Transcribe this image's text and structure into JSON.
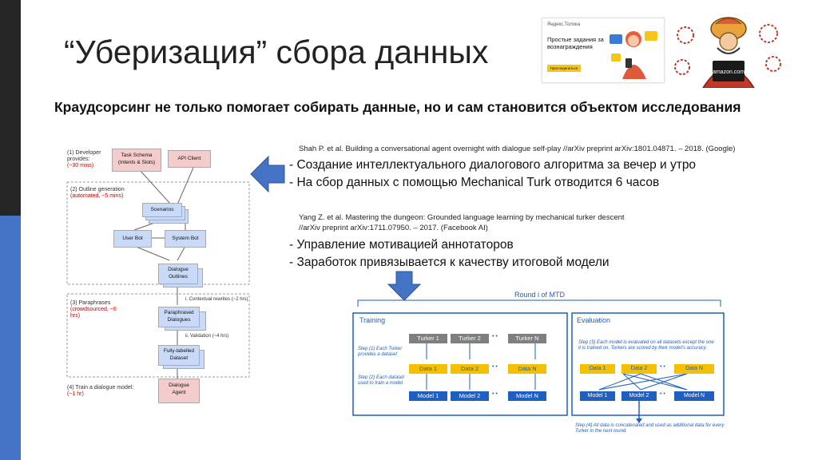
{
  "slide": {
    "title": "“Уберизация” сбора данных",
    "subtitle": "Краудсорсинг не только помогает собирать данные, но и сам становится объектом исследования",
    "ref1": {
      "line1": "Shah P. et al. Building a conversational agent overnight with dialogue self-play //arXiv preprint arXiv:1801.04871. – 2018. (Google)"
    },
    "bullets1": [
      "- Создание интеллектуального диалогового алгоритма за вечер и утро",
      "- На сбор данных с помощью Mechanical Turk отводится 6 часов"
    ],
    "ref2": {
      "line1": "Yang Z. et al. Mastering the dungeon: Grounded language learning by mechanical turker descent",
      "line2": "//arXiv preprint arXiv:1711.07950. – 2017. (Facebook AI)"
    },
    "bullets2": [
      "- Управление мотивацией аннотаторов",
      "- Заработок привязывается к качеству итоговой модели"
    ]
  },
  "toloka": {
    "logo": "Яндекс.Толока",
    "text": "Простые задания за вознаграждения",
    "button": "Присоединиться"
  },
  "amazon": {
    "label": "amazon.com"
  },
  "flow": {
    "steps": {
      "s1": "(1) Developer provides:",
      "s1_time": "(~30 mins)",
      "s2": "(2) Outline generation",
      "s2_time": "(automated, ~5 mins)",
      "s3": "(3) Paraphrases",
      "s3_time": "(crowdsourced, ~6 hrs)",
      "s4": "(4) Train a dialogue model:",
      "s4_time": "(~1 hr)"
    },
    "boxes": {
      "task_schema": "Task Schema",
      "task_schema_sub": "(Intents & Slots)",
      "api_client": "API Client",
      "scenarios": "Scenarios",
      "user_bot": "User Bot",
      "system_bot": "System Bot",
      "dialogue_outlines_1": "Dialogue",
      "dialogue_outlines_2": "Outlines",
      "paraphrased_1": "Paraphrased",
      "paraphrased_2": "Dialogues",
      "fully_1": "Fully-labelled",
      "fully_2": "Dataset",
      "agent_1": "Dialogue",
      "agent_2": "Agent"
    },
    "notes": {
      "rewrites": "i. Contextual rewrites (~2 hrs)",
      "validation": "ii. Validation (~4 hrs)"
    }
  },
  "mtd": {
    "round": "Round i of MTD",
    "training": "Training",
    "evaluation": "Evaluation",
    "turkers": [
      "Turker 1",
      "Turker 2",
      "Turker N"
    ],
    "data": [
      "Data 1",
      "Data 2",
      "Data N"
    ],
    "models": [
      "Model 1",
      "Model 2",
      "Model N"
    ],
    "step1": "Step (1) Each Turker provides a dataset",
    "step2": "Step (2) Each dataset used to train a model",
    "step3": "Step (3) Each model is evaluated on all datasets except the one it is trained on. Turkers are scored by their model's accuracy.",
    "step4": "Step (4) All data is concatenated and used as additional data for every Turker in the next round.",
    "dots": "• •"
  },
  "colors": {
    "sidebar_dark": "#262626",
    "sidebar_blue": "#4472c4",
    "arrow_blue": "#4472c4",
    "mtd_blue": "#1f5fbf",
    "flow_box_blue": "#c9daf8",
    "flow_box_pink": "#f4cccc",
    "data_yellow": "#f5c000"
  }
}
